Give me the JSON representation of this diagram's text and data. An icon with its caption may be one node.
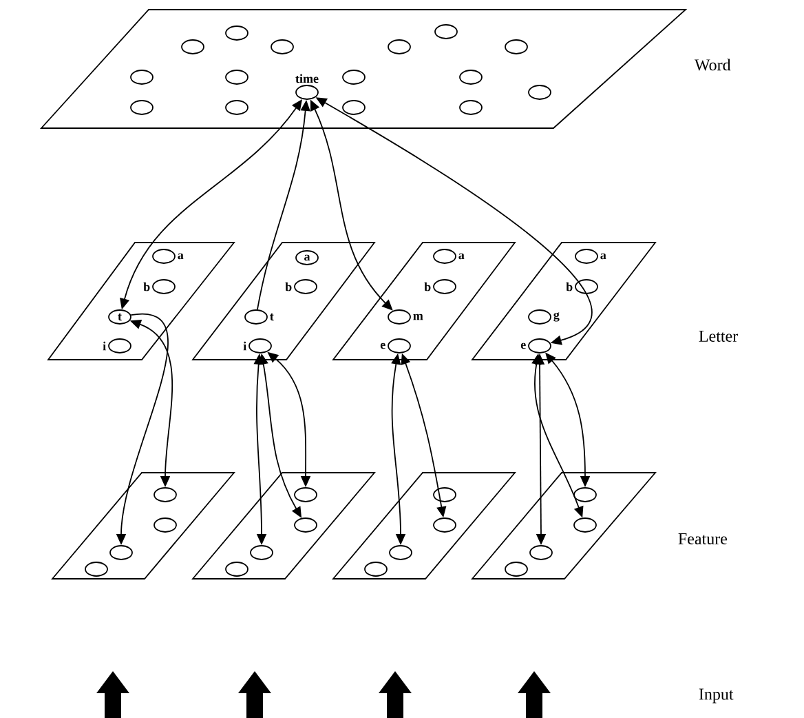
{
  "diagram": {
    "nodes": [
      {
        "text": [],
        "shape": "parallelogram"
      },
      {
        "text": [],
        "shape": "ellipse",
        "in": 0
      },
      {
        "text": [],
        "shape": "ellipse",
        "in": 0
      },
      {
        "text": [],
        "shape": "ellipse",
        "in": 0
      },
      {
        "text": [],
        "shape": "ellipse",
        "in": 0
      },
      {
        "text": [],
        "shape": "ellipse",
        "in": 0
      },
      {
        "text": [],
        "shape": "ellipse",
        "in": 0
      },
      {
        "text": [],
        "shape": "ellipse",
        "in": 0
      },
      {
        "text": [],
        "shape": "ellipse",
        "in": 0
      },
      {
        "text": [],
        "shape": "ellipse",
        "in": 0
      },
      {
        "text": [],
        "shape": "ellipse",
        "in": 0
      },
      {
        "text": [
          "time"
        ],
        "in": 0
      },
      {
        "text": [],
        "shape": "ellipse",
        "in": 0
      },
      {
        "text": [],
        "shape": "ellipse",
        "in": 0
      },
      {
        "text": [],
        "shape": "ellipse",
        "in": 0
      },
      {
        "text": [],
        "shape": "ellipse",
        "in": 0
      },
      {
        "text": [],
        "shape": "ellipse",
        "in": 0
      },
      {
        "text": [],
        "shape": "parallelogram"
      },
      {
        "text": [
          "a"
        ],
        "in": 17
      },
      {
        "text": [
          "b"
        ],
        "in": 17
      },
      {
        "text": [
          "t"
        ],
        "in": 17
      },
      {
        "text": [
          "i"
        ],
        "in": 17
      },
      {
        "text": [],
        "shape": "parallelogram"
      },
      {
        "text": [
          "a"
        ],
        "in": 22
      },
      {
        "text": [
          "b"
        ],
        "in": 22
      },
      {
        "text": [
          "t"
        ],
        "in": 22
      },
      {
        "text": [
          "i"
        ],
        "in": 22
      },
      {
        "text": [],
        "shape": "parallelogram"
      },
      {
        "text": [
          "a"
        ],
        "in": 27
      },
      {
        "text": [
          "b"
        ],
        "in": 27
      },
      {
        "text": [
          "m"
        ],
        "in": 27
      },
      {
        "text": [
          "e"
        ],
        "in": 27
      },
      {
        "text": [],
        "shape": "parallelogram"
      },
      {
        "text": [
          "a"
        ],
        "in": 32
      },
      {
        "text": [
          "b"
        ],
        "in": 32
      },
      {
        "text": [
          "g"
        ],
        "in": 32
      },
      {
        "text": [
          "e"
        ],
        "in": 32
      },
      {
        "text": [],
        "shape": "parallelogram"
      },
      {
        "text": [],
        "shape": "ellipse",
        "in": 37
      },
      {
        "text": [],
        "shape": "ellipse",
        "in": 37
      },
      {
        "text": [],
        "shape": "ellipse",
        "in": 37
      },
      {
        "text": [],
        "shape": "ellipse",
        "in": 37
      },
      {
        "text": [],
        "shape": "parallelogram"
      },
      {
        "text": [],
        "shape": "ellipse",
        "in": 42
      },
      {
        "text": [],
        "shape": "ellipse",
        "in": 42
      },
      {
        "text": [],
        "shape": "ellipse",
        "in": 42
      },
      {
        "text": [],
        "shape": "ellipse",
        "in": 42
      },
      {
        "text": [],
        "shape": "parallelogram"
      },
      {
        "text": [],
        "shape": "ellipse",
        "in": 47
      },
      {
        "text": [],
        "shape": "ellipse",
        "in": 47
      },
      {
        "text": [],
        "shape": "ellipse",
        "in": 47
      },
      {
        "text": [],
        "shape": "ellipse",
        "in": 47
      },
      {
        "text": [],
        "shape": "parallelogram"
      },
      {
        "text": [],
        "shape": "ellipse",
        "in": 52
      },
      {
        "text": [],
        "shape": "ellipse",
        "in": 52
      },
      {
        "text": [],
        "shape": "ellipse",
        "in": 52
      },
      {
        "text": [],
        "shape": "ellipse",
        "in": 52
      }
    ],
    "edges": [
      {
        "from": 11,
        "to": 20,
        "arrow": "both"
      },
      {
        "from": 25,
        "to": 11,
        "arrow": "to"
      },
      {
        "from": 11,
        "to": 30,
        "arrow": "both"
      },
      {
        "from": 11,
        "to": 36,
        "arrow": "both"
      },
      {
        "from": 20,
        "to": 38,
        "arrow": "both"
      },
      {
        "from": 20,
        "to": 40,
        "arrow": "to"
      },
      {
        "from": 26,
        "to": 43,
        "arrow": "both"
      },
      {
        "from": 26,
        "to": 44,
        "arrow": "both"
      },
      {
        "from": 26,
        "to": 45,
        "arrow": "both"
      },
      {
        "from": 31,
        "to": 49,
        "arrow": "both"
      },
      {
        "from": 31,
        "to": 50,
        "arrow": "both"
      },
      {
        "from": 36,
        "to": 55,
        "arrow": "both"
      },
      {
        "from": 36,
        "to": 54,
        "arrow": "both"
      },
      {
        "from": 36,
        "to": 53,
        "arrow": "both"
      }
    ],
    "labels": [
      "Word",
      "Letter",
      "Feature",
      "Input"
    ]
  }
}
